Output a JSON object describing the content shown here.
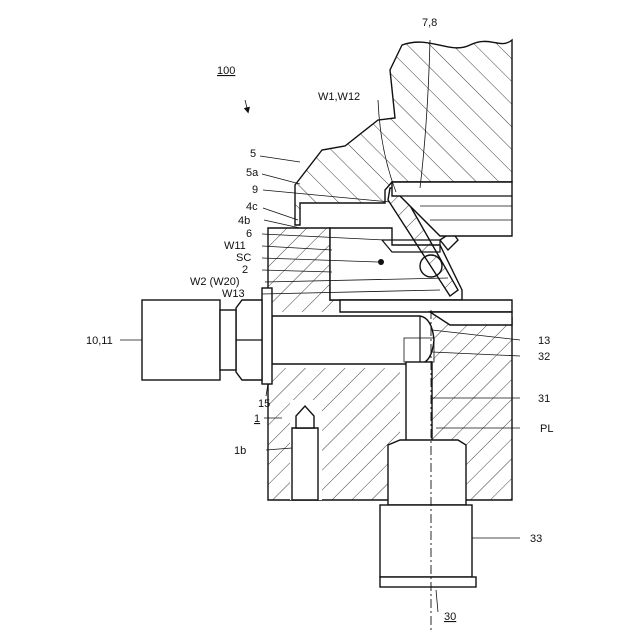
{
  "figure": {
    "ref_main": "100",
    "labels": {
      "l_7_8": "7,8",
      "l_w1_w12": "W1,W12",
      "l_5": "5",
      "l_5a": "5a",
      "l_9": "9",
      "l_4c": "4c",
      "l_4b": "4b",
      "l_6": "6",
      "l_w11": "W11",
      "l_sc": "SC",
      "l_2": "2",
      "l_w2_w20": "W2 (W20)",
      "l_w13": "W13",
      "l_10_11": "10,11",
      "l_13": "13",
      "l_32": "32",
      "l_31": "31",
      "l_pl": "PL",
      "l_15": "15",
      "l_1": "1",
      "l_1b": "1b",
      "l_33": "33",
      "l_30": "30"
    }
  },
  "colors": {
    "line": "#111111",
    "background": "#ffffff"
  }
}
